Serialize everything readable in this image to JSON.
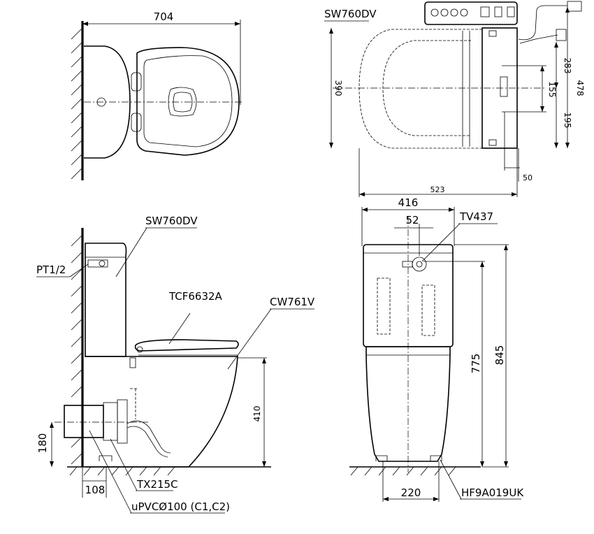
{
  "labels": {
    "model_seat_top": "SW760DV",
    "model_seat_side": "SW760DV",
    "pipe_thread": "PT1/2",
    "seat_cover": "TCF6632A",
    "bowl": "CW761V",
    "valve": "TV437",
    "flange": "TX215C",
    "drain_pipe": "uPVCØ100 (C1,C2)",
    "floor_fix": "HF9A019UK"
  },
  "dimensions": {
    "top_width": "704",
    "seat_depth": "523",
    "seat_width": "390",
    "seat_478": "478",
    "seat_283": "283",
    "seat_195": "195",
    "seat_155": "155",
    "seat_50": "50",
    "front_width": "416",
    "front_52": "52",
    "height_775": "775",
    "height_845": "845",
    "height_410": "410",
    "drain_180": "180",
    "drain_108": "108",
    "floor_220": "220"
  }
}
